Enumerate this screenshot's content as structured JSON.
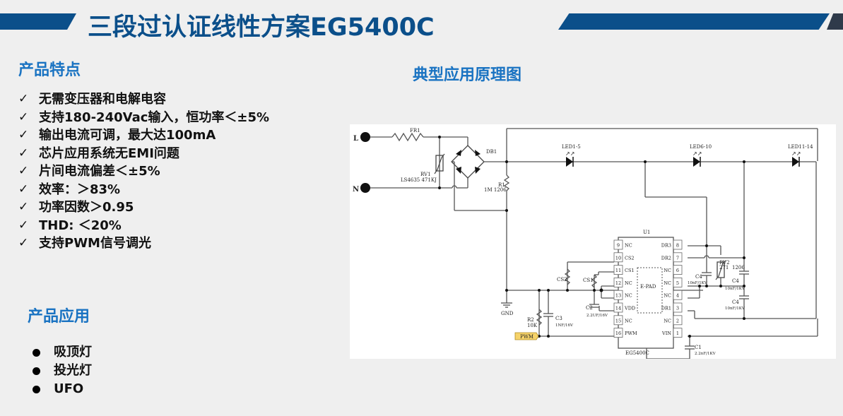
{
  "header": {
    "title": "三段过认证线性方案EG5400C",
    "accent_color": "#0b4f8a"
  },
  "features": {
    "heading": "产品特点",
    "check_glyph": "✓",
    "items": [
      "无需变压器和电解电容",
      "支持180-240Vac输入，恒功率＜±5%",
      "输出电流可调，最大达100mA",
      "芯片应用系统无EMI问题",
      "片间电流偏差＜±5%",
      "效率：＞83%",
      "功率因数＞0.95",
      "THD: ＜20%",
      "支持PWM信号调光"
    ]
  },
  "applications": {
    "heading": "产品应用",
    "items": [
      "吸顶灯",
      "投光灯",
      "UFO"
    ]
  },
  "schematic": {
    "heading": "典型应用原理图",
    "labels": {
      "L": "L",
      "N": "N",
      "FR1": "FR1",
      "RV1": "RV1",
      "RV1_value": "LS4635 471KJ",
      "DB1": "DB1",
      "R1": "R1",
      "R1_value": "1M  1206",
      "LED1": "LED1-5",
      "LED2": "LED6-10",
      "LED3": "LED11-14",
      "U1": "U1",
      "GND": "GND",
      "CS2": "CS2",
      "CS1": "CS1",
      "C2": "C2",
      "C2_value": "2.2UF/16V",
      "R2": "R2",
      "R2_value": "10K",
      "C3": "C3",
      "C3_value": "1NF/16V",
      "PWM": "PWM",
      "EPAD": "E-PAD",
      "chip": "EG5400C",
      "C1": "C1",
      "C1_value": "2.2nF/1KV",
      "C4": "C4",
      "C4_value": "10nF/1KV",
      "RV2": "RV2",
      "RV2_value": "271",
      "RV2_size": "1206"
    },
    "left_pins": [
      {
        "num": "9",
        "name": "NC"
      },
      {
        "num": "10",
        "name": "CS2"
      },
      {
        "num": "11",
        "name": "CS1"
      },
      {
        "num": "12",
        "name": "NC"
      },
      {
        "num": "13",
        "name": "NC"
      },
      {
        "num": "14",
        "name": "VDD"
      },
      {
        "num": "15",
        "name": "NC"
      },
      {
        "num": "16",
        "name": "PWM"
      }
    ],
    "right_pins": [
      {
        "num": "8",
        "name": "DR3"
      },
      {
        "num": "7",
        "name": "DR2"
      },
      {
        "num": "6",
        "name": "NC"
      },
      {
        "num": "5",
        "name": "NC"
      },
      {
        "num": "4",
        "name": "NC"
      },
      {
        "num": "3",
        "name": "DR1"
      },
      {
        "num": "2",
        "name": "NC"
      },
      {
        "num": "1",
        "name": "VIN"
      }
    ]
  }
}
